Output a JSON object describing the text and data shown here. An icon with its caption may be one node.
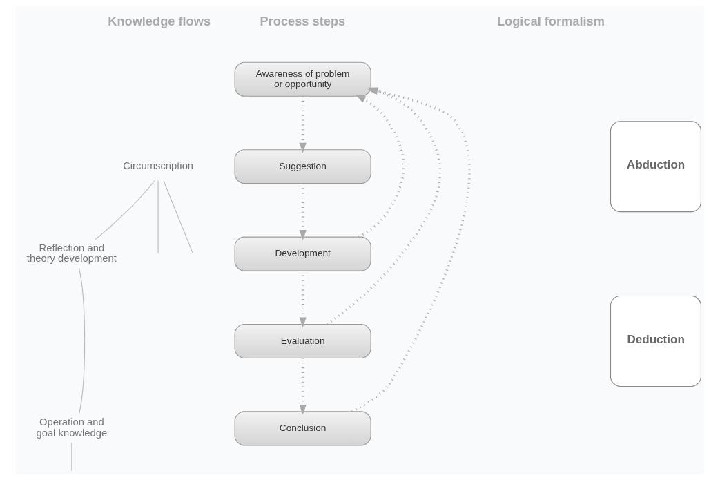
{
  "diagram": {
    "nodes": [
      {
        "text": [
          "Awareness of problem or opportunity"
        ]
      },
      {
        "text": [
          "Suggestion"
        ]
      },
      {
        "text": [
          "Development"
        ]
      },
      {
        "text": [
          "Evaluation"
        ]
      },
      {
        "text": [
          "Conclusion"
        ]
      },
      {
        "text": [
          "Abduction"
        ]
      },
      {
        "text": [
          "Deduction"
        ]
      },
      {
        "text": [
          "Circumscription"
        ]
      },
      {
        "text": [
          "Reflection and theory development"
        ]
      },
      {
        "text": [
          "Operation and goal knowledge"
        ]
      }
    ],
    "edges": [
      {
        "from": 0,
        "to": 1,
        "arrow": "to",
        "style": "dashed"
      },
      {
        "from": 1,
        "to": 2,
        "arrow": "to",
        "style": "dashed"
      },
      {
        "from": 2,
        "to": 3,
        "arrow": "to",
        "style": "dashed"
      },
      {
        "from": 3,
        "to": 4,
        "arrow": "to",
        "style": "dashed"
      },
      {
        "from": 2,
        "to": 0,
        "arrow": "to",
        "style": "dashed"
      },
      {
        "from": 3,
        "to": 0,
        "arrow": "to",
        "style": "dashed"
      },
      {
        "from": 4,
        "to": 0,
        "arrow": "to",
        "style": "dashed"
      },
      {
        "from": 7,
        "to": null,
        "arrow": "none"
      },
      {
        "from": 7,
        "to": null,
        "arrow": "none"
      },
      {
        "from": 8,
        "to": 7,
        "arrow": "none"
      },
      {
        "from": 8,
        "to": 9,
        "arrow": "none"
      },
      {
        "from": 9,
        "to": null,
        "arrow": "none"
      }
    ],
    "labels": [
      "Knowledge flows",
      "Process steps",
      "Logical formalism"
    ]
  }
}
